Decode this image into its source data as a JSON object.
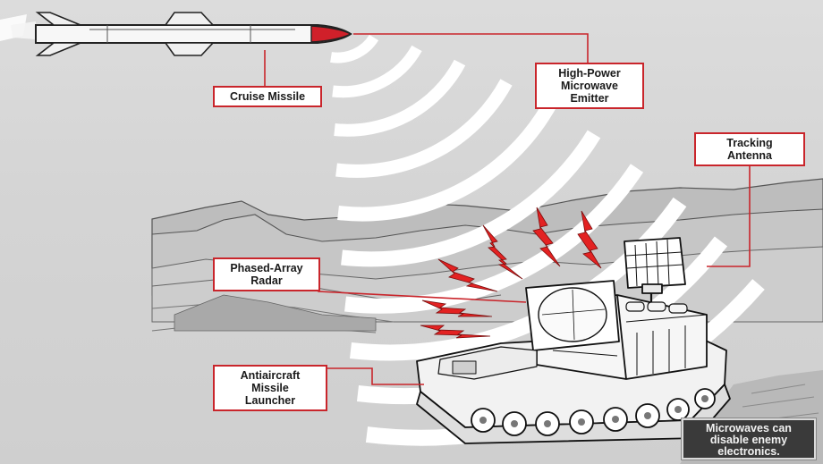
{
  "labels": {
    "cruise_missile": [
      "Cruise Missile"
    ],
    "emitter": [
      "High-Power",
      "Microwave",
      "Emitter"
    ],
    "tracking": [
      "Tracking",
      "Antenna"
    ],
    "radar": [
      "Phased-Array",
      "Radar"
    ],
    "launcher": [
      "Antiaircraft",
      "Missile",
      "Launcher"
    ]
  },
  "note": [
    "Microwaves can",
    "disable enemy",
    "electronics."
  ],
  "colors": {
    "accent": "#c9252b",
    "background": "#d6d6d6",
    "note_background": "#3a3a3a",
    "wave": "#ffffff",
    "lightning": "#e32222"
  }
}
